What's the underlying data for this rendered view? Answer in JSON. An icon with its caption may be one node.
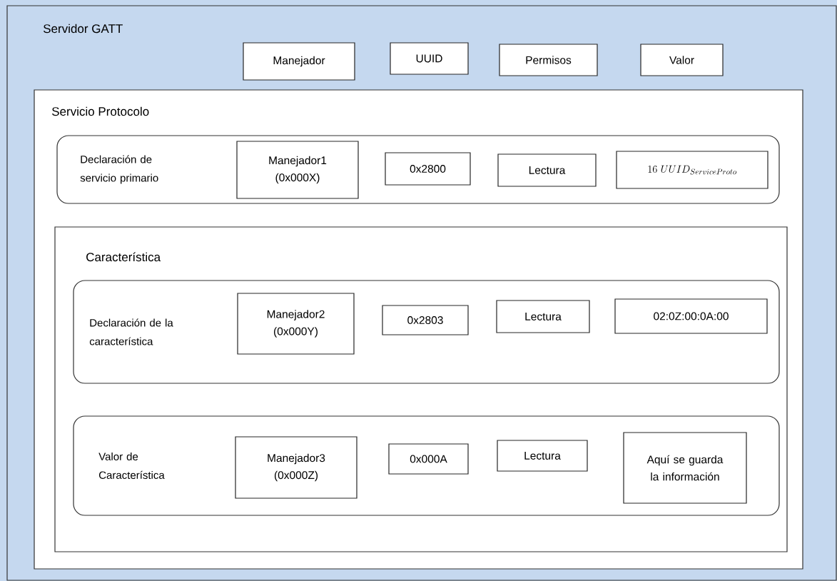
{
  "diagram": {
    "nodes": [
      {
        "text": [
          "Servidor GATT"
        ]
      },
      {
        "text": [
          "Manejador"
        ],
        "in": 0
      },
      {
        "text": [
          "UUID"
        ],
        "in": 0
      },
      {
        "text": [
          "Permisos"
        ],
        "in": 0
      },
      {
        "text": [
          "Valor"
        ],
        "in": 0
      },
      {
        "text": [
          "Servicio Protocolo"
        ],
        "in": 0
      },
      {
        "text": [
          "Declaración de servicio primario"
        ],
        "in": 5
      },
      {
        "text": [
          "Manejador1 (0x000X)"
        ],
        "in": 6
      },
      {
        "text": [
          "0x2800"
        ],
        "in": 6
      },
      {
        "text": [
          "Lectura"
        ],
        "in": 6
      },
      {
        "text": [
          "16\\ UUID_{ServiceProto}"
        ],
        "in": 6
      },
      {
        "text": [
          "Característica"
        ],
        "in": 5
      },
      {
        "text": [
          "Declaración de la característica"
        ],
        "in": 11
      },
      {
        "text": [
          "Manejador2 (0x000Y)"
        ],
        "in": 12
      },
      {
        "text": [
          "0x2803"
        ],
        "in": 12
      },
      {
        "text": [
          "Lectura"
        ],
        "in": 12
      },
      {
        "text": [
          "02:0Z:00:0A:00"
        ],
        "in": 12
      },
      {
        "text": [
          "Valor de Característica"
        ],
        "in": 11
      },
      {
        "text": [
          "Manejador3 (0x000Z)"
        ],
        "in": 17
      },
      {
        "text": [
          "0x000A"
        ],
        "in": 17
      },
      {
        "text": [
          "Lectura"
        ],
        "in": 17
      },
      {
        "text": [
          "Aquí se guarda la información"
        ],
        "in": 17
      }
    ]
  }
}
